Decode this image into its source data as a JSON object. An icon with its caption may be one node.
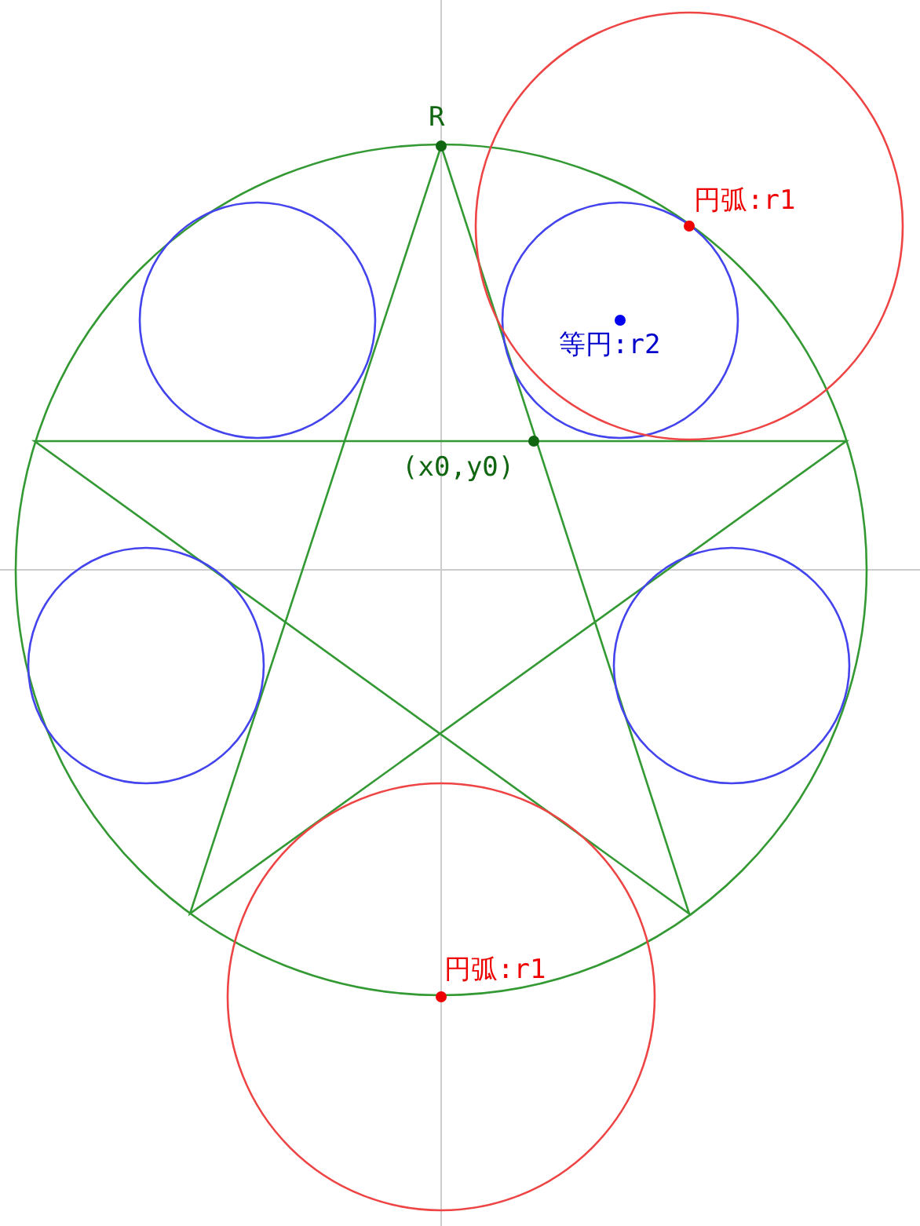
{
  "diagram": {
    "labels": [
      "R",
      "円弧:r1",
      "等円:r2",
      "(x0,y0)",
      "円弧:r1"
    ]
  }
}
